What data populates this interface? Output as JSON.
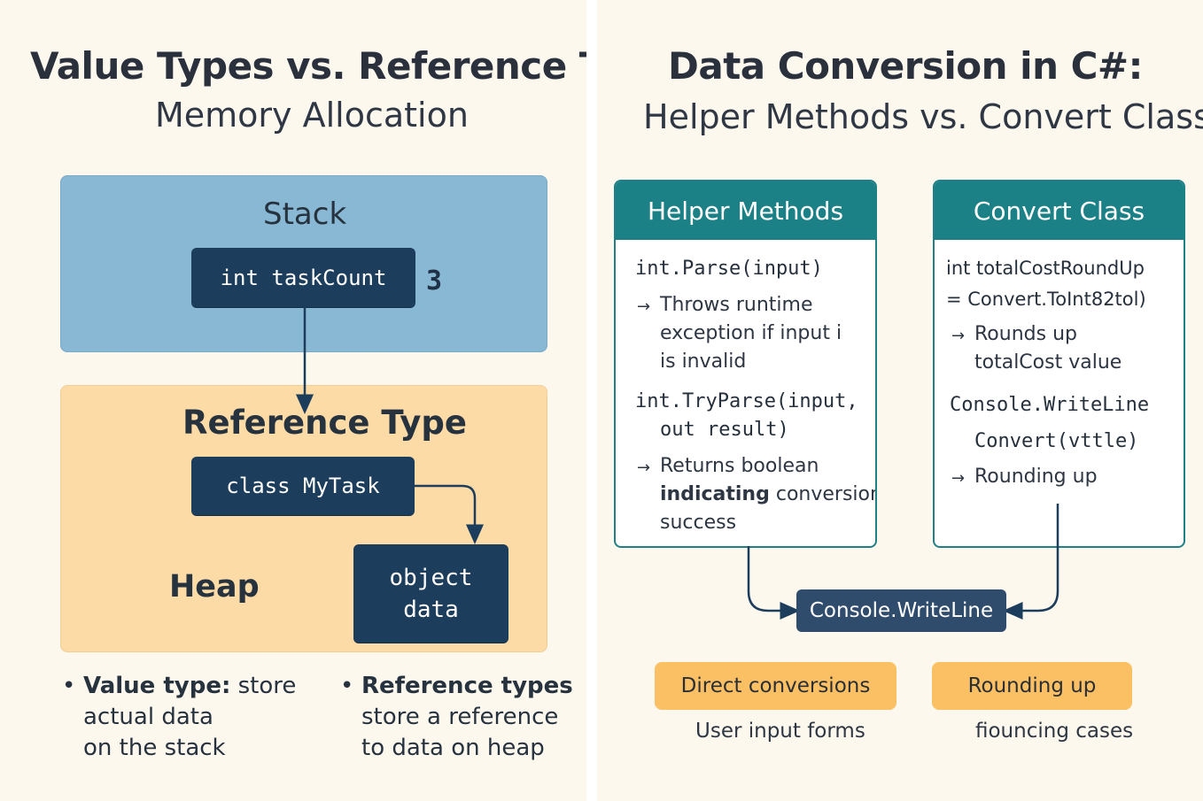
{
  "left": {
    "title": "Value Types vs. Reference Types:",
    "subtitle": "Memory Allocation",
    "stack_label": "Stack",
    "stack_var": "int taskCount",
    "stack_value": "3",
    "ref_label": "Reference Type",
    "class_chip": "class MyTask",
    "heap_label": "Heap",
    "object_line1": "object",
    "object_line2": "data",
    "bullet1": {
      "bold": "Value type:",
      "rest1": " store",
      "line2": "actual data",
      "line3": "on the stack"
    },
    "bullet2": {
      "bold": "Reference types",
      "line2": "store a reference",
      "line3": "to data on heap"
    }
  },
  "right": {
    "title": "Data Conversion in C#:",
    "subtitle": "Helper Methods vs. Convert Class",
    "helper": {
      "header": "Helper Methods",
      "code1": "int.Parse(input)",
      "desc1": [
        "Throws runtime",
        "exception if input i",
        "is invalid"
      ],
      "code2a": "int.TryParse(input,",
      "code2b": "out result)",
      "desc2a": "Returns boolean",
      "desc2b_bold": "indicating",
      "desc2b_rest": " conversion",
      "desc2c": "success"
    },
    "convert": {
      "header": "Convert Class",
      "code1a": "int totalCostRoundUp",
      "code1b": "= Convert.ToInt82tol)",
      "desc1": [
        "Rounds up",
        "totalCost value"
      ],
      "code2a": "Console.WriteLine",
      "code2b": "Convert(vttle)",
      "desc2": "Rounding up"
    },
    "console_chip": "Console.WriteLine",
    "tag1": "Direct conversions",
    "tag2": "Rounding up",
    "caption1": "User input forms",
    "caption2": "fiouncing cases"
  },
  "icons": {
    "bullet": "•",
    "arrow": "→"
  },
  "colors": {
    "stack": "#88b8d4",
    "heap": "#fcdba6",
    "chip": "#1c3d5c",
    "teal": "#1c8186",
    "tag": "#fcc064"
  }
}
